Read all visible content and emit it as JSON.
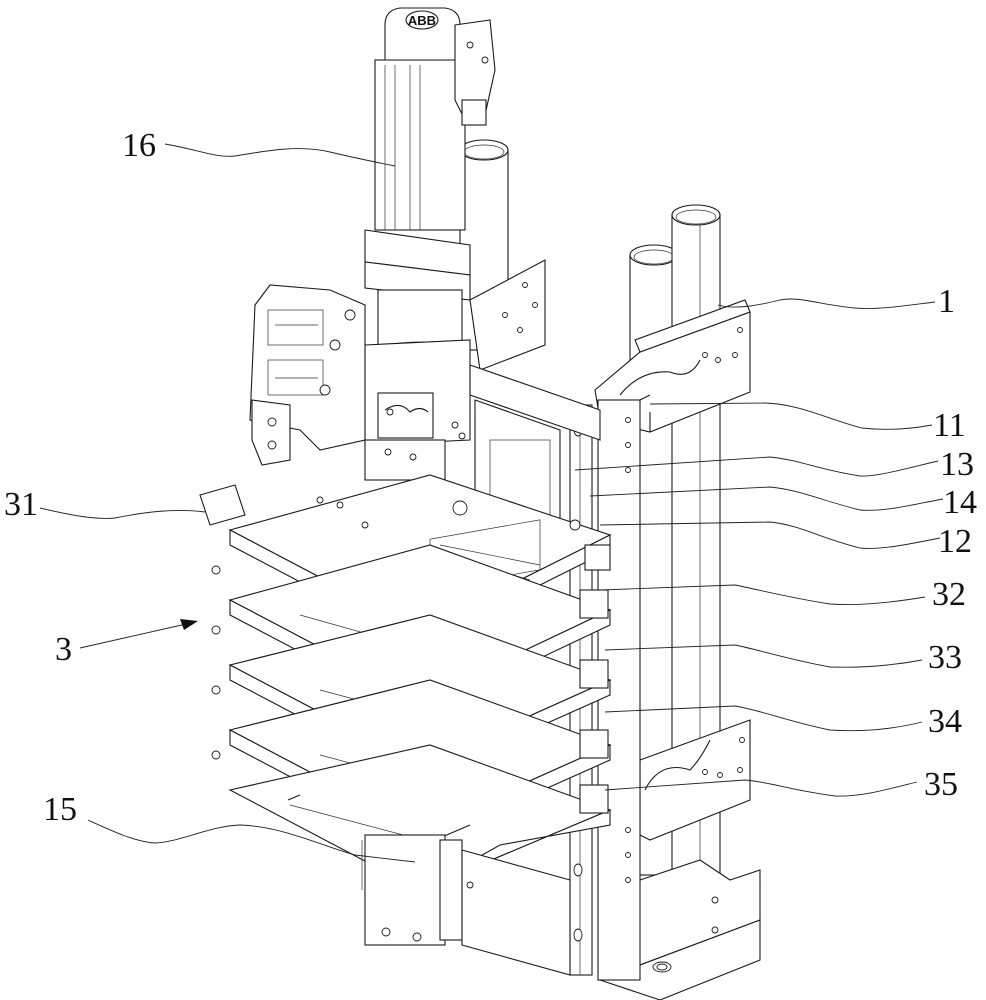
{
  "figure": {
    "type": "patent-mechanical-drawing",
    "motor_logo": "ABB",
    "reference_labels": [
      {
        "id": "16",
        "text": "16",
        "part": "motor"
      },
      {
        "id": "1",
        "text": "1",
        "part": "frame"
      },
      {
        "id": "11",
        "text": "11",
        "part": "frame-plate"
      },
      {
        "id": "13",
        "text": "13",
        "part": "guide-rail"
      },
      {
        "id": "14",
        "text": "14",
        "part": "slider"
      },
      {
        "id": "12",
        "text": "12",
        "part": "lift-plate"
      },
      {
        "id": "31",
        "text": "31",
        "part": "first-layer-tray"
      },
      {
        "id": "3",
        "text": "3",
        "part": "tray-assembly"
      },
      {
        "id": "32",
        "text": "32",
        "part": "second-layer-tray"
      },
      {
        "id": "33",
        "text": "33",
        "part": "third-layer-tray"
      },
      {
        "id": "34",
        "text": "34",
        "part": "fourth-layer-tray"
      },
      {
        "id": "35",
        "text": "35",
        "part": "fifth-layer-tray"
      },
      {
        "id": "15",
        "text": "15",
        "part": "screw-module"
      }
    ]
  }
}
